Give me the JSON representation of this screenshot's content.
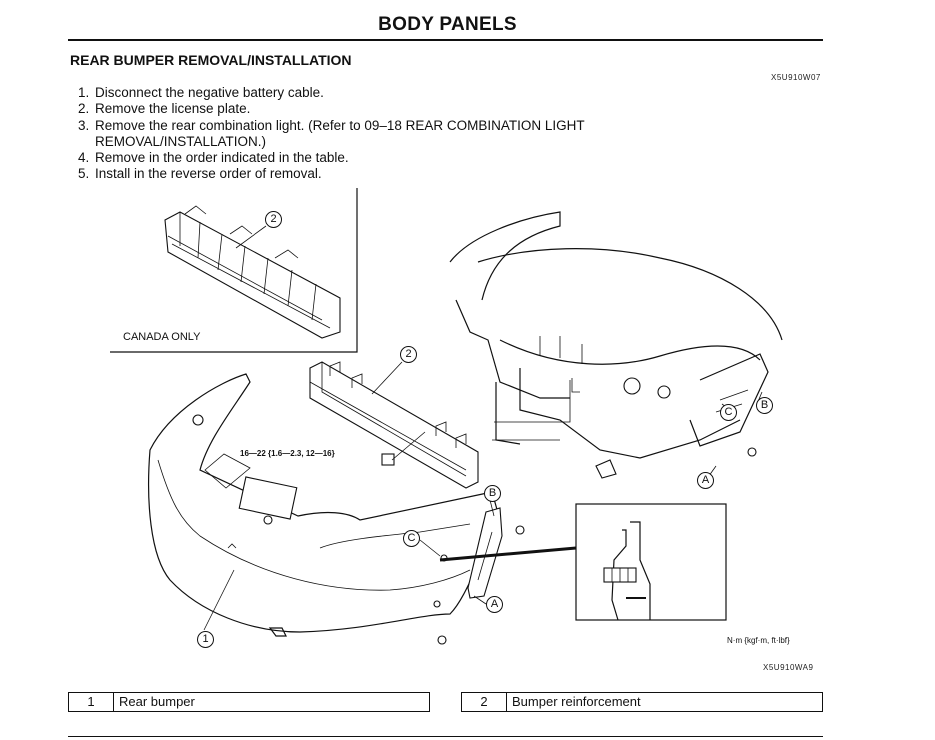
{
  "header": {
    "title": "BODY PANELS",
    "section_title": "REAR BUMPER REMOVAL/INSTALLATION",
    "doc_id_top": "X5U910W07"
  },
  "steps": [
    {
      "num": "1.",
      "text": "Disconnect the negative battery cable."
    },
    {
      "num": "2.",
      "text": "Remove the license plate."
    },
    {
      "num": "3.",
      "text": "Remove the rear combination light. (Refer to 09–18 REAR COMBINATION LIGHT"
    },
    {
      "num": "",
      "text": "REMOVAL/INSTALLATION.)"
    },
    {
      "num": "4.",
      "text": "Remove in the order indicated in the table."
    },
    {
      "num": "5.",
      "text": "Install in the reverse order of removal."
    }
  ],
  "figure": {
    "inset_label": "CANADA ONLY",
    "torque_spec": "16—22 {1.6—2.3, 12—16}",
    "units": "N·m {kgf·m, ft·lbf}",
    "doc_id": "X5U910WA9",
    "callouts": {
      "one": "1",
      "two": "2",
      "two_b": "2",
      "a": "A",
      "a_b": "A",
      "b": "B",
      "b_b": "B",
      "c": "C",
      "c_b": "C"
    }
  },
  "parts_table": [
    {
      "no": "1",
      "name": "Rear bumper"
    },
    {
      "no": "2",
      "name": "Bumper reinforcement"
    }
  ]
}
